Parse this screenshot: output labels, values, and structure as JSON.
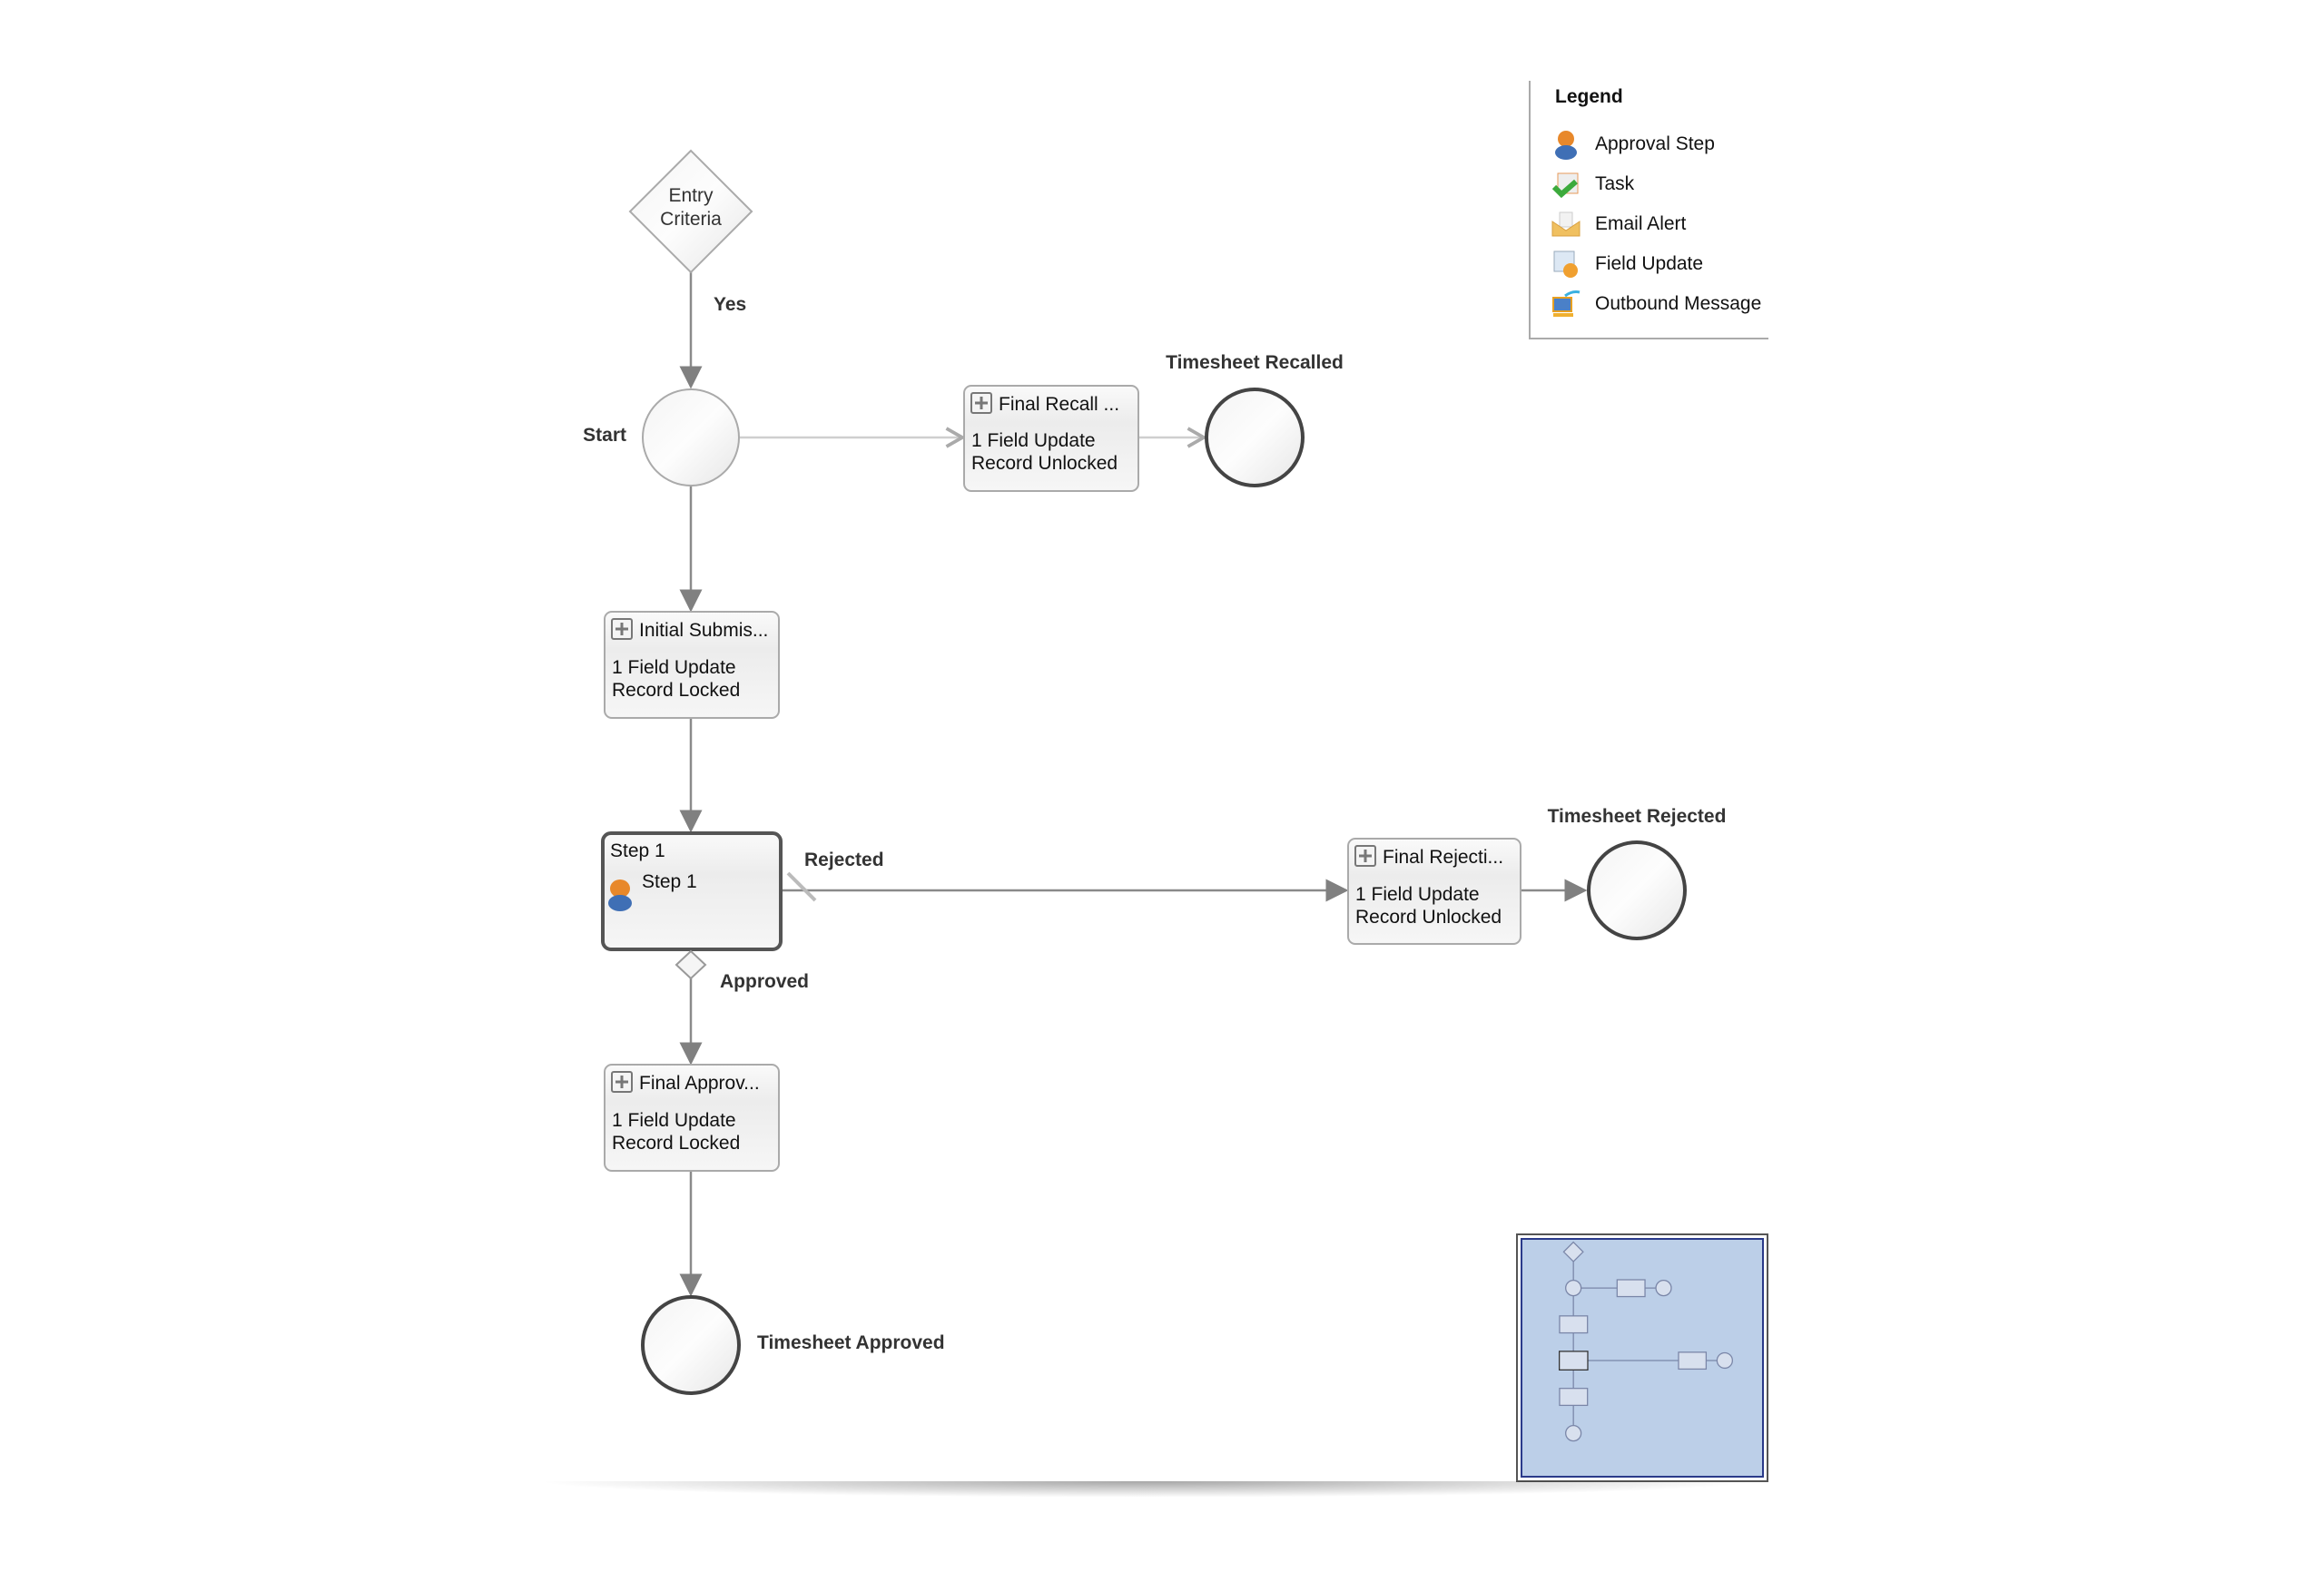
{
  "legend": {
    "title": "Legend",
    "items": [
      {
        "label": "Approval Step",
        "icon": "approval-step-icon"
      },
      {
        "label": "Task",
        "icon": "task-icon"
      },
      {
        "label": "Email Alert",
        "icon": "email-alert-icon"
      },
      {
        "label": "Field Update",
        "icon": "field-update-icon"
      },
      {
        "label": "Outbound Message",
        "icon": "outbound-message-icon"
      }
    ]
  },
  "diagram": {
    "entry": {
      "line1": "Entry",
      "line2": "Criteria"
    },
    "yes_label": "Yes",
    "start_label": "Start",
    "recall_box": {
      "title": "Final Recall ...",
      "line1": "1 Field Update",
      "line2": "Record Unlocked"
    },
    "recalled_label": "Timesheet Recalled",
    "submit_box": {
      "title": "Initial Submis...",
      "line1": "1 Field Update",
      "line2": "Record Locked"
    },
    "step_box": {
      "title": "Step 1",
      "step": "Step 1"
    },
    "rejected_label": "Rejected",
    "reject_box": {
      "title": "Final Rejecti...",
      "line1": "1 Field Update",
      "line2": "Record Unlocked"
    },
    "rejected_end_label": "Timesheet Rejected",
    "approved_label": "Approved",
    "approve_box": {
      "title": "Final Approv...",
      "line1": "1 Field Update",
      "line2": "Record Locked"
    },
    "approved_end_label": "Timesheet Approved"
  },
  "colors": {
    "line": "#8a8a8a",
    "minimap_bg": "#bccfe8"
  }
}
